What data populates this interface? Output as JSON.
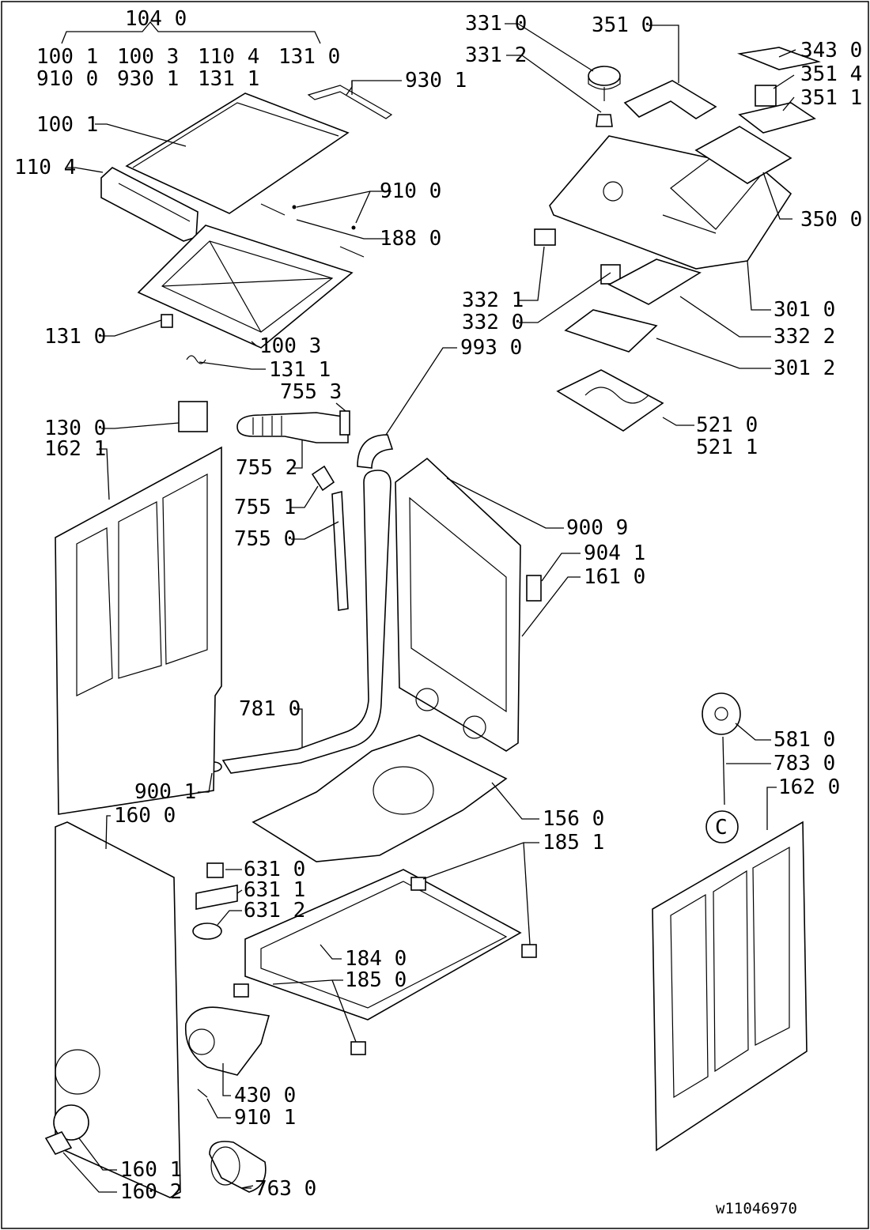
{
  "drawing_id": "w11046970",
  "group": {
    "label": "104 0",
    "members_row1": [
      "100 1",
      "100 3",
      "110 4",
      "131 0"
    ],
    "members_row2": [
      "910 0",
      "930 1",
      "131 1"
    ]
  },
  "callouts": [
    {
      "id": "c3310",
      "text": "331 0"
    },
    {
      "id": "c3312",
      "text": "331 2"
    },
    {
      "id": "c3510",
      "text": "351 0"
    },
    {
      "id": "c3430",
      "text": "343 0"
    },
    {
      "id": "c3514",
      "text": "351 4"
    },
    {
      "id": "c3511",
      "text": "351 1"
    },
    {
      "id": "c3500",
      "text": "350 0"
    },
    {
      "id": "c9301",
      "text": "930 1"
    },
    {
      "id": "c1001",
      "text": "100 1"
    },
    {
      "id": "c1104",
      "text": "110 4"
    },
    {
      "id": "c9100",
      "text": "910 0"
    },
    {
      "id": "c1880",
      "text": "188 0"
    },
    {
      "id": "c3321",
      "text": "332 1"
    },
    {
      "id": "c3320",
      "text": "332 0"
    },
    {
      "id": "c3010",
      "text": "301 0"
    },
    {
      "id": "c3322",
      "text": "332 2"
    },
    {
      "id": "c3012",
      "text": "301 2"
    },
    {
      "id": "c1310",
      "text": "131 0"
    },
    {
      "id": "c1003",
      "text": "100 3"
    },
    {
      "id": "c1311",
      "text": "131 1"
    },
    {
      "id": "c9930",
      "text": "993 0"
    },
    {
      "id": "c7553",
      "text": "755 3"
    },
    {
      "id": "c1300",
      "text": "130 0"
    },
    {
      "id": "c1621",
      "text": "162 1"
    },
    {
      "id": "c7552",
      "text": "755 2"
    },
    {
      "id": "c5210",
      "text": "521 0"
    },
    {
      "id": "c5211",
      "text": "521 1"
    },
    {
      "id": "c7551",
      "text": "755 1"
    },
    {
      "id": "c7550",
      "text": "755 0"
    },
    {
      "id": "c9009",
      "text": "900 9"
    },
    {
      "id": "c9041",
      "text": "904 1"
    },
    {
      "id": "c1610",
      "text": "161 0"
    },
    {
      "id": "c7810",
      "text": "781 0"
    },
    {
      "id": "c5810",
      "text": "581 0"
    },
    {
      "id": "c7830",
      "text": "783 0"
    },
    {
      "id": "c9001",
      "text": "900 1"
    },
    {
      "id": "c1620",
      "text": "162 0"
    },
    {
      "id": "c1600",
      "text": "160 0"
    },
    {
      "id": "c1560",
      "text": "156 0"
    },
    {
      "id": "c1851",
      "text": "185 1"
    },
    {
      "id": "c6310",
      "text": "631 0"
    },
    {
      "id": "c6311",
      "text": "631 1"
    },
    {
      "id": "c6312",
      "text": "631 2"
    },
    {
      "id": "c1840",
      "text": "184 0"
    },
    {
      "id": "c1850",
      "text": "185 0"
    },
    {
      "id": "c4300",
      "text": "430 0"
    },
    {
      "id": "c9101",
      "text": "910 1"
    },
    {
      "id": "c1601",
      "text": "160 1"
    },
    {
      "id": "c1602",
      "text": "160 2"
    },
    {
      "id": "c7630",
      "text": "763 0"
    }
  ],
  "marker_letter": "C"
}
